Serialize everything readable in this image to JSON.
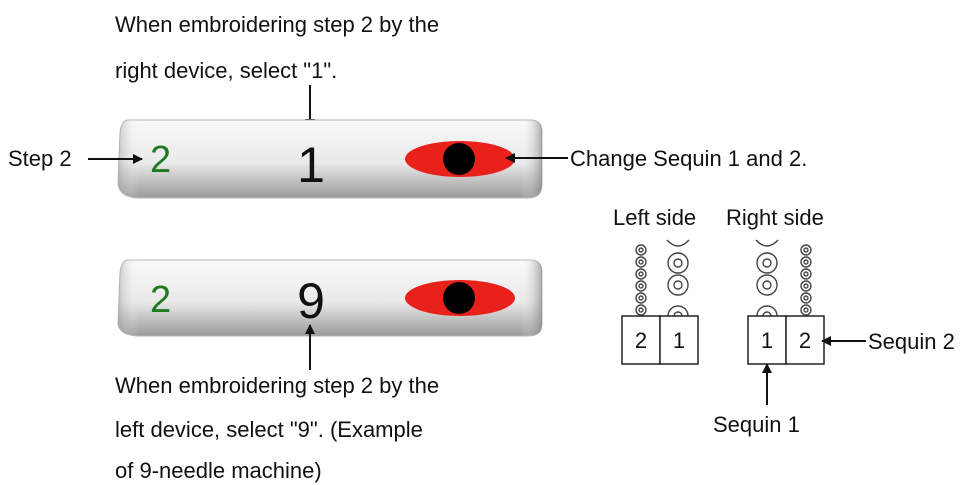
{
  "annotations": {
    "top_note_line1": "When embroidering step 2 by the",
    "top_note_line2": "right device, select \"1\".",
    "step_label": "Step 2",
    "change_label": "Change Sequin 1 and 2.",
    "bottom_note_line1": "When embroidering step 2 by the",
    "bottom_note_line2": "left device, select \"9\". (Example",
    "bottom_note_line3": "of 9-needle machine)"
  },
  "bar_top": {
    "step": "2",
    "needle": "1"
  },
  "bar_bottom": {
    "step": "2",
    "needle": "9"
  },
  "sequin_diagram": {
    "left_side_label": "Left side",
    "right_side_label": "Right side",
    "left_boxes": [
      "2",
      "1"
    ],
    "right_boxes": [
      "1",
      "2"
    ],
    "sequin1_label": "Sequin 1",
    "sequin2_label": "Sequin 2"
  },
  "colors": {
    "step_green": "#1f7a1f",
    "toggle_red": "#e8221b",
    "toggle_dot": "#000000",
    "bar_light": "#f4f4f4",
    "bar_shadow": "#8d8d8d"
  }
}
